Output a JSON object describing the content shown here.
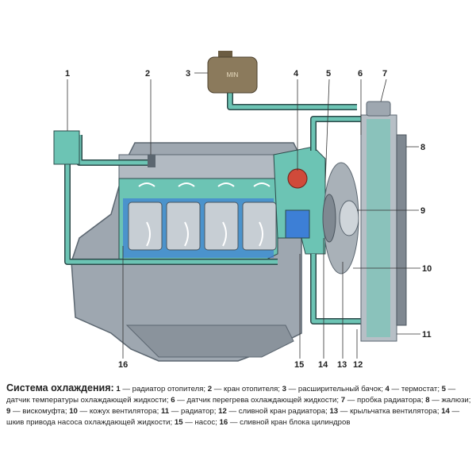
{
  "diagram": {
    "tank_marking": "MIN",
    "labels": [
      "1",
      "2",
      "3",
      "4",
      "5",
      "6",
      "7",
      "8",
      "9",
      "10",
      "11",
      "12",
      "13",
      "14",
      "15",
      "16"
    ]
  },
  "caption": {
    "title": "Система охлаждения:",
    "items": [
      {
        "num": "1",
        "text": "радиатор отопителя"
      },
      {
        "num": "2",
        "text": "кран отопителя"
      },
      {
        "num": "3",
        "text": "расширительный бачок"
      },
      {
        "num": "4",
        "text": "термостат"
      },
      {
        "num": "5",
        "text": "датчик температуры охлаждающей жидкости"
      },
      {
        "num": "6",
        "text": "датчик перегрева охлаждающей жидкости"
      },
      {
        "num": "7",
        "text": "пробка радиатора"
      },
      {
        "num": "8",
        "text": "жалюзи"
      },
      {
        "num": "9",
        "text": "вискомуфта"
      },
      {
        "num": "10",
        "text": "кожух вентилятора"
      },
      {
        "num": "11",
        "text": "радиатор"
      },
      {
        "num": "12",
        "text": "сливной кран радиатора"
      },
      {
        "num": "13",
        "text": "крыльчатка вентилятора"
      },
      {
        "num": "14",
        "text": "шкив привода насоса охлаждающей жидкости"
      },
      {
        "num": "15",
        "text": "насос"
      },
      {
        "num": "16",
        "text": "сливной кран блока цилиндров"
      }
    ]
  },
  "colors": {
    "coolant": "#6cc4b4",
    "engine": "#9ea7b0",
    "pipe_outline": "#2d4a4a",
    "tank": "#8b7a5c",
    "water_jacket": "#3d7fd6"
  }
}
